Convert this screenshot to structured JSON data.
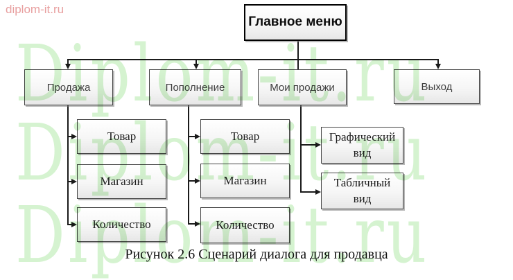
{
  "watermark": {
    "corner_text": "diplom-it.ru",
    "row_text": "Diplom-it.ru",
    "green_color": "#d5f3d0",
    "red_color": "#e89f9f"
  },
  "diagram": {
    "root": {
      "label": "Главное меню"
    },
    "branches": [
      {
        "label": "Продажа",
        "children": [
          "Товар",
          "Магазин",
          "Количество"
        ]
      },
      {
        "label": "Пополнение",
        "children": [
          "Товар",
          "Магазин",
          "Количество"
        ]
      },
      {
        "label": "Мои продажи",
        "children": [
          "Графический вид",
          "Табличный вид"
        ]
      },
      {
        "label": "Выход",
        "children": []
      }
    ]
  },
  "caption": "Рисунок 2.6 Сценарий диалога для продавца",
  "line_color": "#1a1a1a"
}
